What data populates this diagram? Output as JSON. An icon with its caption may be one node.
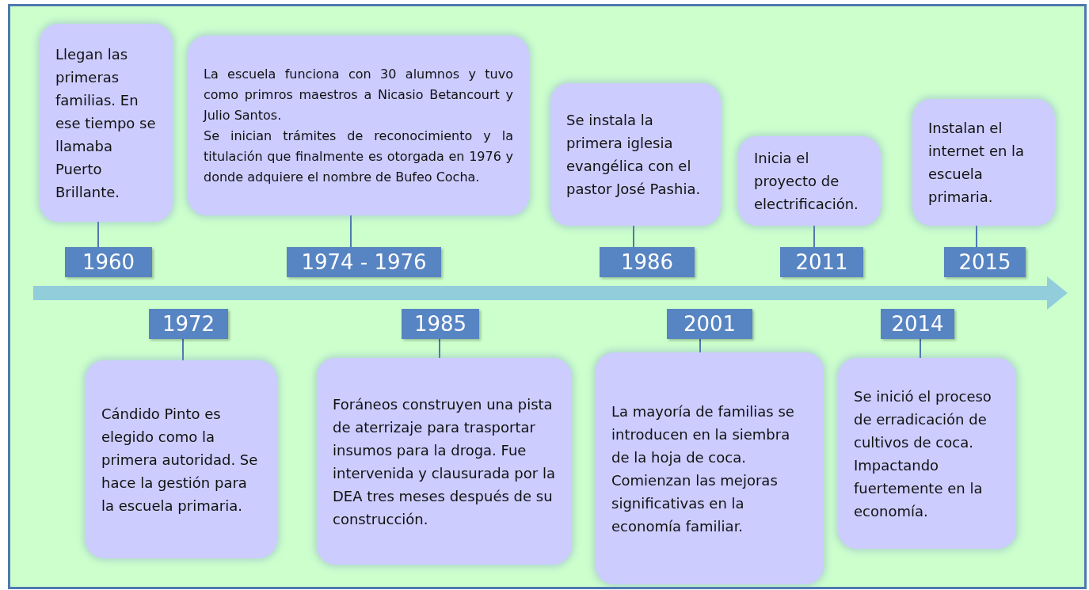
{
  "diagram": {
    "nodes": [
      {
        "text": [
          "Llegan las primeras familias. En ese tiempo se llamaba Puerto Brillante."
        ]
      },
      {
        "text": [
          "La escuela funciona con 30 alumnos y tuvo como primros maestros a Nicasio Betancourt y Julio Santos.",
          "Se inician trámites de reconocimiento y la titulación que finalmente es otorgada en 1976 y donde adquiere el nombre de Bufeo Cocha."
        ]
      },
      {
        "text": [
          "Se instala la primera iglesia evangélica con el pastor José Pashia."
        ]
      },
      {
        "text": [
          "Inicia el proyecto de electrificación."
        ]
      },
      {
        "text": [
          "Instalan el internet en la escuela primaria."
        ]
      },
      {
        "text": [
          "1960"
        ]
      },
      {
        "text": [
          "1974 - 1976"
        ]
      },
      {
        "text": [
          "1986"
        ]
      },
      {
        "text": [
          "2011"
        ]
      },
      {
        "text": [
          "2015"
        ]
      },
      {
        "text": [
          "1972"
        ]
      },
      {
        "text": [
          "1985"
        ]
      },
      {
        "text": [
          "2001"
        ]
      },
      {
        "text": [
          "2014"
        ]
      },
      {
        "text": [
          "Cándido Pinto es elegido como la primera autoridad. Se hace la gestión para la escuela primaria."
        ]
      },
      {
        "text": [
          "Foráneos construyen una pista de aterrizaje para trasportar insumos para la droga. Fue intervenida y clausurada por la DEA tres meses después de su construcción."
        ]
      },
      {
        "text": [
          "La mayoría de familias se introducen en la siembra de la hoja de coca.",
          "Comienzan las mejoras significativas en la economía familiar."
        ]
      },
      {
        "text": [
          "Se inició el proceso de erradicación de cultivos de coca. Impactando fuertemente en la economía."
        ]
      }
    ],
    "edges": [
      {
        "from": 5,
        "to": 0,
        "arrow": "none"
      },
      {
        "from": 6,
        "to": 1,
        "arrow": "none"
      },
      {
        "from": 7,
        "to": 2,
        "arrow": "none"
      },
      {
        "from": 8,
        "to": 3,
        "arrow": "none"
      },
      {
        "from": 9,
        "to": 4,
        "arrow": "none"
      },
      {
        "from": 10,
        "to": 14,
        "arrow": "none"
      },
      {
        "from": 11,
        "to": 15,
        "arrow": "none"
      },
      {
        "from": 12,
        "to": 16,
        "arrow": "none"
      },
      {
        "from": 13,
        "to": 17,
        "arrow": "none"
      }
    ]
  }
}
